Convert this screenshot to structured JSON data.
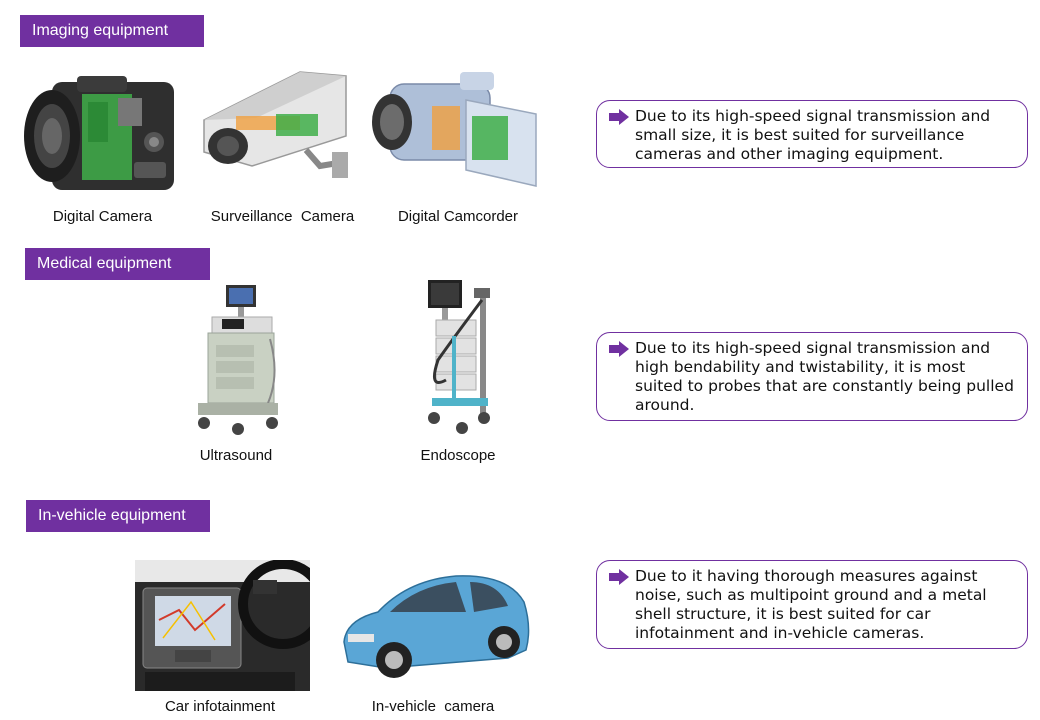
{
  "sections": {
    "imaging": {
      "title": "Imaging equipment",
      "items": [
        "Digital Camera",
        "Surveillance  Camera",
        "Digital Camcorder"
      ],
      "description": "Due to its high-speed signal transmission and small size, it is best suited for surveillance cameras and other imaging equipment."
    },
    "medical": {
      "title": "Medical equipment",
      "items": [
        "Ultrasound",
        "Endoscope"
      ],
      "description": "Due to its high-speed signal transmission and high bendability and twistability, it is most suited to probes that are constantly being pulled around."
    },
    "vehicle": {
      "title": "In-vehicle equipment",
      "items": [
        "Car infotainment",
        "In-vehicle  camera"
      ],
      "description": "Due to it having thorough measures against noise, such as multipoint ground and a metal shell structure, it is best suited for car infotainment and in-vehicle cameras."
    }
  },
  "colors": {
    "accent": "#7030a0",
    "arrow": "#7030a0"
  },
  "icons": [
    "digital-camera-icon",
    "surveillance-camera-icon",
    "camcorder-icon",
    "ultrasound-icon",
    "endoscope-icon",
    "car-infotainment-icon",
    "car-icon",
    "right-arrow-icon"
  ]
}
